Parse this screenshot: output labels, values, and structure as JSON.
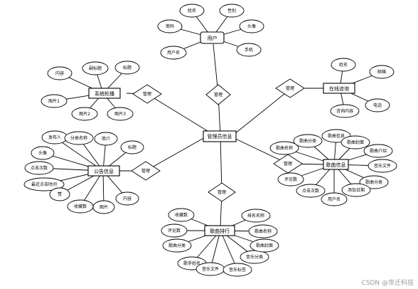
{
  "entities": {
    "admin_info": "管理员信息",
    "user": "用户",
    "rotation": "系统轮播",
    "online_consult": "在线咨询",
    "song_info": "歌曲信息",
    "public_info": "公告信息",
    "playlist_rank": "歌曲排行"
  },
  "relations": {
    "r_user": "管理",
    "r_rotation": "管理",
    "r_consult": "管理",
    "r_song": "管理",
    "r_public": "管理",
    "r_rank": "管理"
  },
  "attributes": {
    "user": [
      "姓名",
      "性别",
      "头像",
      "密码",
      "用户名",
      "手机"
    ],
    "rotation": [
      "内容",
      "副标题",
      "标题",
      "图片1",
      "图片2",
      "图片3"
    ],
    "consult": [
      "姓名",
      "邮箱",
      "电话",
      "咨询内容"
    ],
    "song": [
      "歌曲名称",
      "歌曲分类",
      "歌曲信息",
      "歌曲封面",
      "歌曲介绍",
      "音乐文件",
      "歌曲分类",
      "添加日期",
      "用户名",
      "点击次数",
      "评论数"
    ],
    "public": [
      "发布人",
      "分类名称",
      "简介",
      "标题",
      "头像",
      "点击次数",
      "最近点击时间",
      "赞",
      "收藏数",
      "图片",
      "内容"
    ],
    "rank": [
      "收藏数",
      "评论数",
      "歌曲分类",
      "歌手姓名",
      "音乐文件",
      "音乐标签",
      "音乐分类",
      "歌曲封面",
      "歌曲名称",
      "排名名称"
    ]
  },
  "watermark": "CSDN @世迁科技"
}
